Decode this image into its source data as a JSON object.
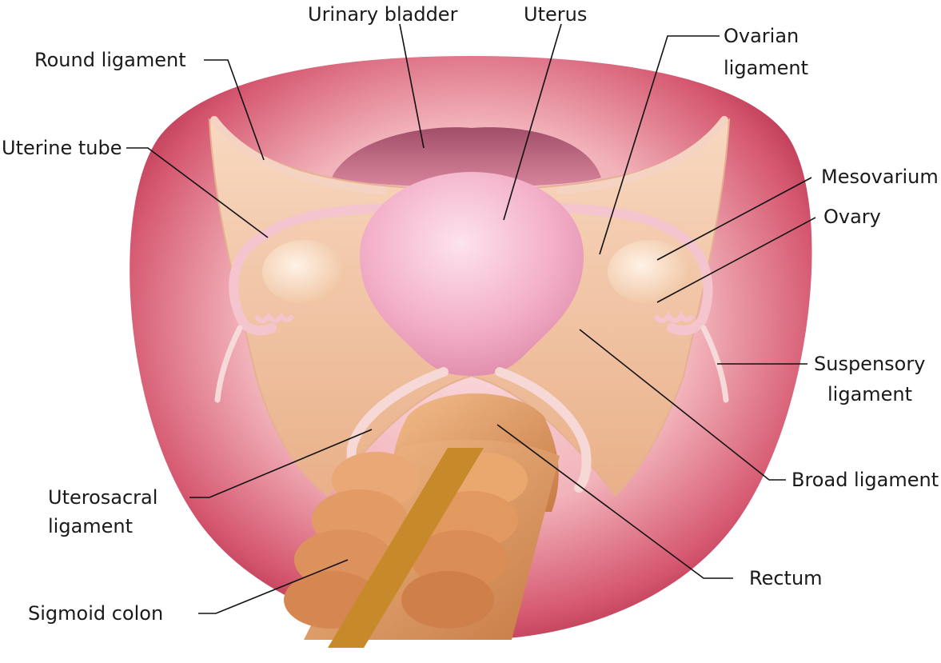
{
  "labels": {
    "round_ligament": "Round ligament",
    "urinary_bladder": "Urinary bladder",
    "uterus": "Uterus",
    "ovarian_ligament_1": "Ovarian",
    "ovarian_ligament_2": "ligament",
    "uterine_tube": "Uterine tube",
    "mesovarium": "Mesovarium",
    "ovary": "Ovary",
    "suspensory_ligament_1": "Suspensory",
    "suspensory_ligament_2": "ligament",
    "broad_ligament": "Broad ligament",
    "uterosacral_ligament_1": "Uterosacral",
    "uterosacral_ligament_2": "ligament",
    "rectum": "Rectum",
    "sigmoid_colon": "Sigmoid colon"
  },
  "colors": {
    "background": "#ffffff",
    "pelvic_cavity": "#c23a55",
    "pelvic_inner": "#f7d2d6",
    "broad_ligament": "#f1c39a",
    "uterus": "#f2a9c3",
    "bladder": "#b5627c",
    "tube": "#f4c5cf",
    "colon": "#e7a56f",
    "taenia": "#c8892b",
    "leader_line": "#111111"
  }
}
